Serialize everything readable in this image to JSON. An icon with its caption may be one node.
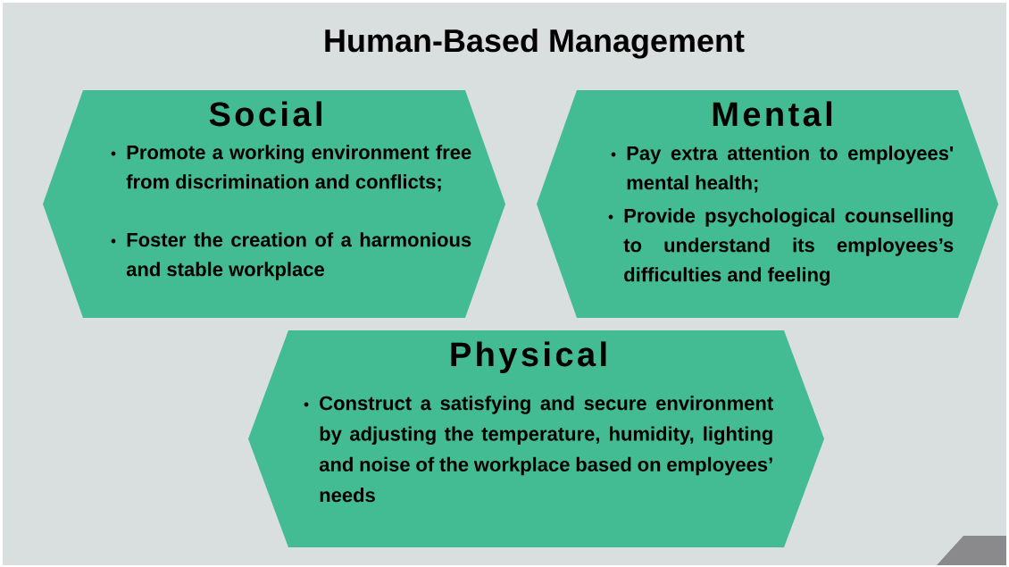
{
  "diagram": {
    "title": "Human-Based Management",
    "nodes": [
      {
        "text": [
          "Social",
          "Promote a working environment free from discrimination and conflicts;",
          "Foster the creation of a harmonious and stable workplace"
        ]
      },
      {
        "text": [
          "Mental",
          "Pay extra attention to employees' mental health;",
          "Provide psychological counselling to understand its employees’s difficulties and feeling"
        ]
      },
      {
        "text": [
          "Physical",
          "Construct a satisfying and secure environment by adjusting the temperature, humidity, lighting and noise of the workplace based on employees’ needs"
        ]
      }
    ],
    "edges": []
  }
}
